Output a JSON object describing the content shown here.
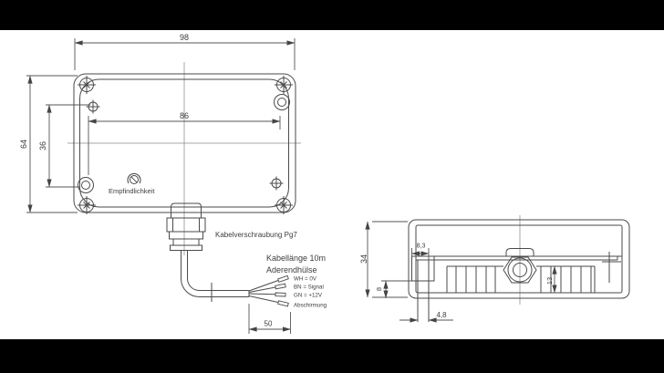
{
  "front_view": {
    "dim_outer_width": "98",
    "dim_inner_width": "86",
    "dim_outer_height": "64",
    "dim_hole_spacing": "36",
    "sensitivity_label": "Empfindlichkeit",
    "gland_label": "Kabelverschraubung Pg7"
  },
  "cable": {
    "length_label": "Kabellänge 10m",
    "ferrule_label": "Aderendhülse",
    "wire_labels": [
      "WH = 0V",
      "BN = Signal",
      "GN = +12V",
      "Abschirmung"
    ],
    "dim_strip_length": "50"
  },
  "side_view": {
    "dim_height": "34",
    "dim_lens_offset": "8,3",
    "dim_bottom_clearance": "8",
    "dim_element_height": "13",
    "dim_lens_width": "4,8"
  },
  "colors": {
    "line": "#4a4a4a",
    "background": "#ffffff",
    "letterbox": "#000000"
  }
}
